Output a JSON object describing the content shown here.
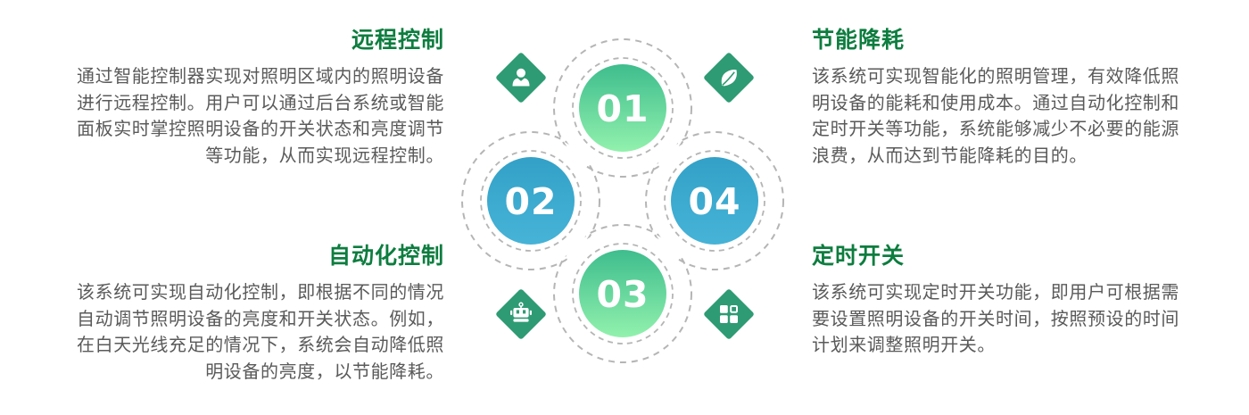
{
  "page": {
    "background": "#ffffff"
  },
  "colors": {
    "heading_green": "#0d7d3f",
    "body_gray": "#5a5a5a",
    "diamond_green": "#2e9b74",
    "node_blue_top": "#33a1c7",
    "node_blue_bottom": "#46b3d7",
    "node_green_top": "#3ebd8d",
    "node_green_bottom": "#92f1ad",
    "dash_gray": "#b5b5b5"
  },
  "sections": {
    "remote_control": {
      "title": "远程控制",
      "body": "通过智能控制器实现对照明区域内的照明设备\n进行远程控制。用户可以通过后台系统或智能\n面板实时掌控照明设备的开关状态和亮度调节\n等功能，从而实现远程控制。"
    },
    "energy_saving": {
      "title": "节能降耗",
      "body": "该系统可实现智能化的照明管理，有效降低照\n明设备的能耗和使用成本。通过自动化控制和\n定时开关等功能，系统能够减少不必要的能源\n浪费，从而达到节能降耗的目的。"
    },
    "automation_control": {
      "title": "自动化控制",
      "body": "该系统可实现自动化控制，即根据不同的情况\n自动调节照明设备的亮度和开关状态。例如，\n在白天光线充足的情况下，系统会自动降低照\n明设备的亮度，以节能降耗。"
    },
    "timed_switch": {
      "title": "定时开关",
      "body": "该系统可实现定时开关功能，即用户可根据需\n要设置照明设备的开关时间，按照预设的时间\n计划来调整照明开关。"
    }
  },
  "diagram": {
    "nodes": [
      {
        "number": "01",
        "style": "green",
        "position": "top"
      },
      {
        "number": "02",
        "style": "blue",
        "position": "left"
      },
      {
        "number": "03",
        "style": "green",
        "position": "bottom"
      },
      {
        "number": "04",
        "style": "blue",
        "position": "right"
      }
    ],
    "icons": [
      {
        "name": "user-icon",
        "position": "top-left"
      },
      {
        "name": "leaf-icon",
        "position": "top-right"
      },
      {
        "name": "robot-icon",
        "position": "bottom-left"
      },
      {
        "name": "grid-icon",
        "position": "bottom-right"
      }
    ]
  }
}
